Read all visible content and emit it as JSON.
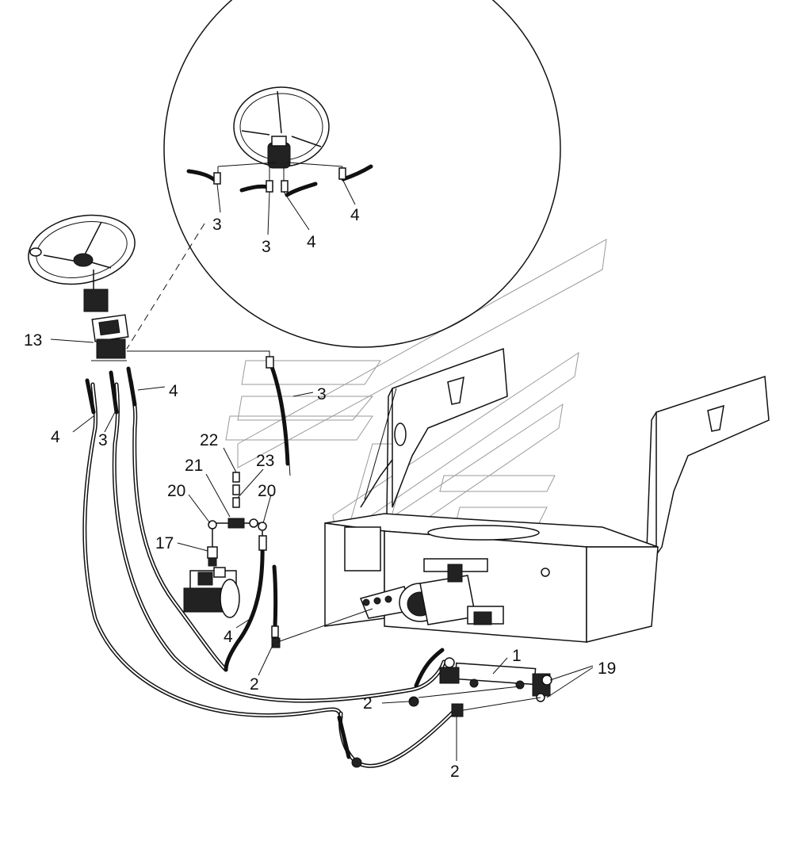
{
  "callouts": {
    "c1": "1",
    "c2a": "2",
    "c2b": "2",
    "c2c": "2",
    "c3a": "3",
    "c3b": "3",
    "c3c": "3",
    "c3d": "3",
    "c4a": "4",
    "c4b": "4",
    "c4c": "4",
    "c4d": "4",
    "c4e": "4",
    "c13": "13",
    "c17": "17",
    "c19": "19",
    "c20a": "20",
    "c20b": "20",
    "c21": "21",
    "c22": "22",
    "c23": "23"
  },
  "colors": {
    "line": "#111111",
    "watermark": "#9a9a9a",
    "background": "#ffffff"
  }
}
